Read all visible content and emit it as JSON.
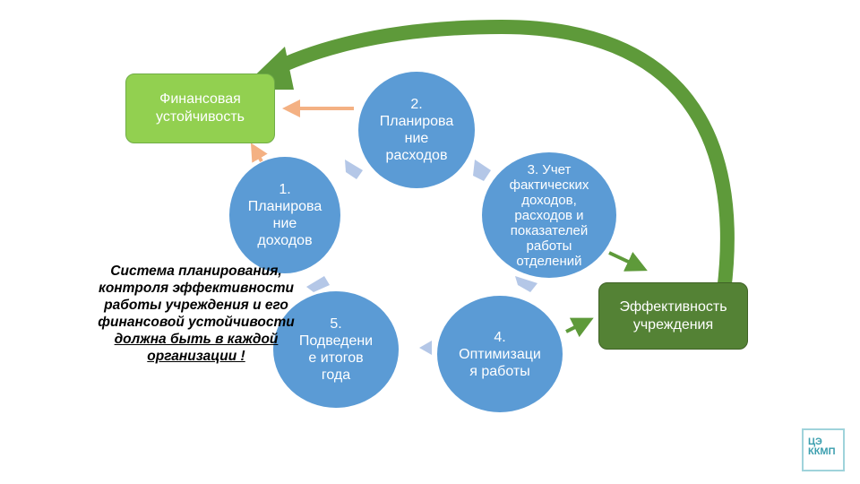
{
  "circles": [
    {
      "label": "1.\nПланирова\nние\nдоходов"
    },
    {
      "label": "2.\nПланирова\nние\nрасходов"
    },
    {
      "label": "3. Учет\nфактических\nдоходов,\nрасходов и\nпоказателей\nработы\nотделений"
    },
    {
      "label": "4.\nОптимизаци\nя работы"
    },
    {
      "label": "5.\nПодведени\nе итогов\nгода"
    }
  ],
  "boxes": {
    "financial_stability": "Финансовая\nустойчивость",
    "efficiency": "Эффективность\nучреждения"
  },
  "note": {
    "part1": "Система планирования, контроля эффективности работы учреждения и его финансовой устойчивости ",
    "part2": "должна быть в каждой организации !"
  },
  "logo": {
    "text": "ЦЭ ККМП"
  },
  "colors": {
    "circle": "#5b9bd5",
    "light_green": "#92d050",
    "dark_green": "#548235",
    "arrow_green": "#5e9a3a",
    "orange": "#f4b183",
    "blue_arrow": "#b4c7e7"
  }
}
